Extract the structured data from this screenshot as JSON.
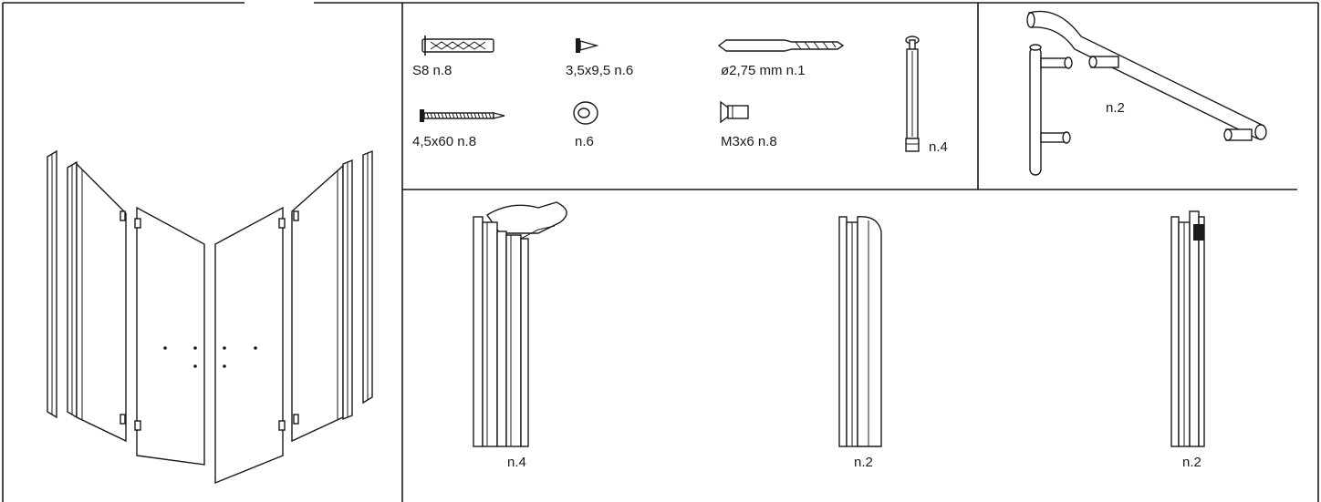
{
  "parts": {
    "wall_plug": "S8 n.8",
    "small_screw": "3,5x9,5 n.6",
    "drill_bit": "ø2,75 mm n.1",
    "long_screw": "4,5x60 n.8",
    "washer": "n.6",
    "set_screw": "M3x6 n.8",
    "pin": "n.4",
    "handle": "n.2",
    "profile_corner": "n.4",
    "profile_middle": "n.2",
    "profile_magnet": "n.2"
  },
  "colors": {
    "line": "#1a1a1a",
    "background": "#ffffff"
  }
}
